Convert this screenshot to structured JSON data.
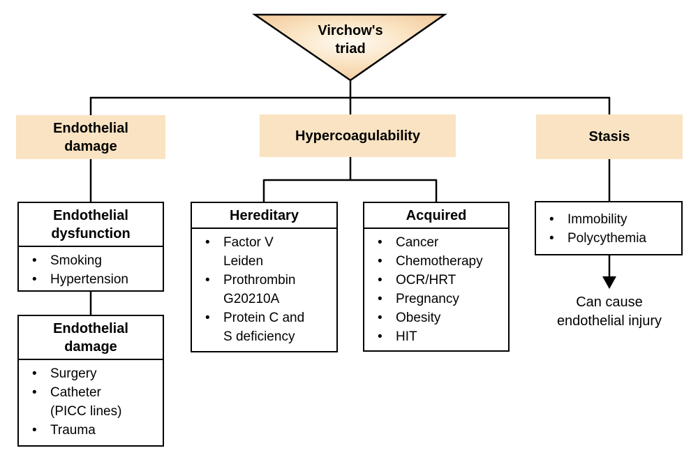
{
  "root": {
    "label": "Virchow's\ntriad"
  },
  "branch_headers": {
    "endothelial_damage": "Endothelial\ndamage",
    "hypercoagulability": "Hypercoagulability",
    "stasis": "Stasis"
  },
  "boxes": {
    "endothelial_dysfunction": {
      "title": "Endothelial\ndysfunction",
      "items": [
        "Smoking",
        "Hypertension"
      ]
    },
    "endothelial_damage": {
      "title": "Endothelial\ndamage",
      "items": [
        "Surgery",
        "Catheter\n(PICC lines)",
        "Trauma"
      ]
    },
    "hereditary": {
      "title": "Hereditary",
      "items": [
        "Factor V\nLeiden",
        "Prothrombin\nG20210A",
        "Protein C and\nS deficiency"
      ]
    },
    "acquired": {
      "title": "Acquired",
      "items": [
        "Cancer",
        "Chemotherapy",
        "OCR/HRT",
        "Pregnancy",
        "Obesity",
        "HIT"
      ]
    },
    "stasis": {
      "items": [
        "Immobility",
        "Polycythemia"
      ]
    }
  },
  "caption": "Can cause\nendothelial injury",
  "bullet_glyph": "•",
  "colors": {
    "header_fill": "#FAE3C2",
    "triangle_edge": "#EFC392",
    "triangle_center": "#FFFBF4",
    "line": "#000000",
    "text": "#000000"
  }
}
